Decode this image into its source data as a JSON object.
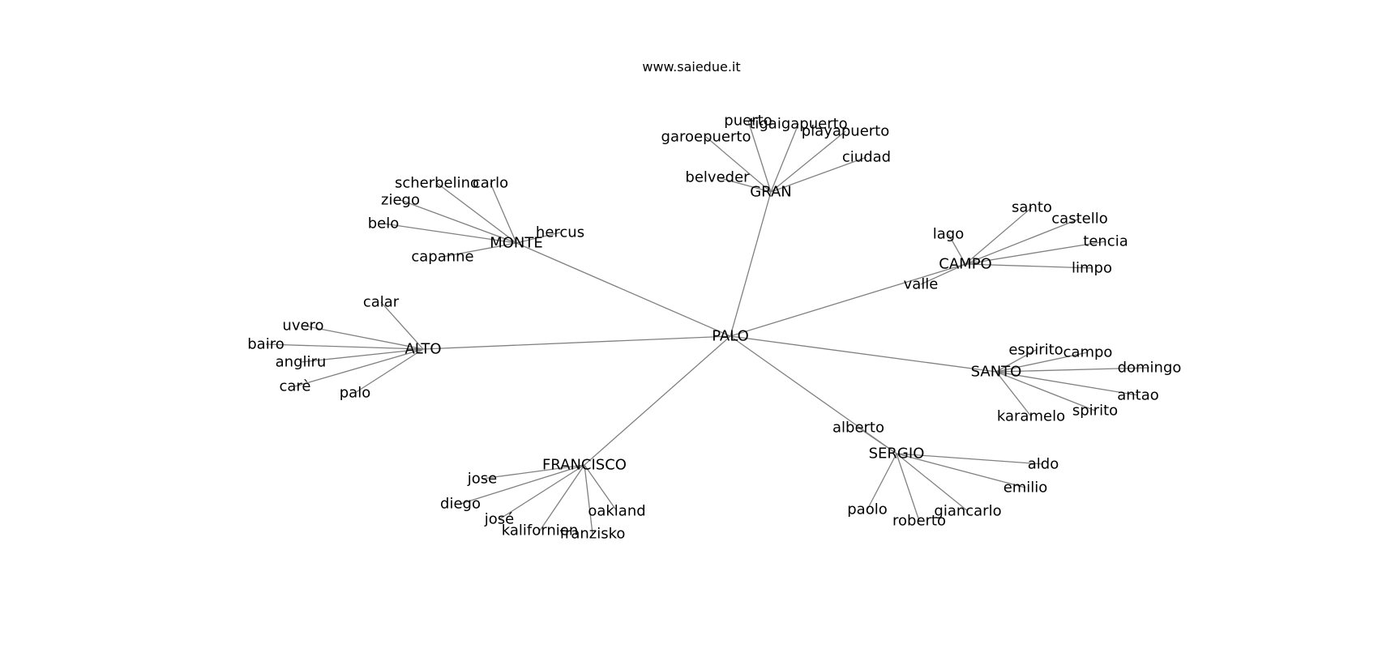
{
  "header": {
    "site": "www.saiedue.it"
  },
  "graph": {
    "nodes": [
      {
        "id": "PALO",
        "label": "PALO"
      },
      {
        "id": "GRAN",
        "label": "GRAN"
      },
      {
        "id": "MONTE",
        "label": "MONTE"
      },
      {
        "id": "CAMPO",
        "label": "CAMPO"
      },
      {
        "id": "ALTO",
        "label": "ALTO"
      },
      {
        "id": "SANTO",
        "label": "SANTO"
      },
      {
        "id": "FRANCISCO",
        "label": "FRANCISCO"
      },
      {
        "id": "SERGIO",
        "label": "SERGIO"
      },
      {
        "id": "puerto",
        "label": "puerto"
      },
      {
        "id": "tigaigapuerto",
        "label": "tigaigapuerto"
      },
      {
        "id": "garoepuerto",
        "label": "garoepuerto"
      },
      {
        "id": "playapuerto",
        "label": "playapuerto"
      },
      {
        "id": "ciudad",
        "label": "ciudad"
      },
      {
        "id": "belveder",
        "label": "belveder"
      },
      {
        "id": "scherbelino",
        "label": "scherbelino"
      },
      {
        "id": "carlo",
        "label": "carlo"
      },
      {
        "id": "ziego",
        "label": "ziego"
      },
      {
        "id": "belo",
        "label": "belo"
      },
      {
        "id": "hercus",
        "label": "hercus"
      },
      {
        "id": "capanne",
        "label": "capanne"
      },
      {
        "id": "santo",
        "label": "santo"
      },
      {
        "id": "castello",
        "label": "castello"
      },
      {
        "id": "lago",
        "label": "lago"
      },
      {
        "id": "tencia",
        "label": "tencia"
      },
      {
        "id": "limpo",
        "label": "limpo"
      },
      {
        "id": "valle",
        "label": "valle"
      },
      {
        "id": "calar",
        "label": "calar"
      },
      {
        "id": "uvero",
        "label": "uvero"
      },
      {
        "id": "bairo",
        "label": "bairo"
      },
      {
        "id": "angliru",
        "label": "angliru"
      },
      {
        "id": "care",
        "label": "carè"
      },
      {
        "id": "palo",
        "label": "palo"
      },
      {
        "id": "espirito",
        "label": "espirito"
      },
      {
        "id": "campo",
        "label": "campo"
      },
      {
        "id": "domingo",
        "label": "domingo"
      },
      {
        "id": "antao",
        "label": "antao"
      },
      {
        "id": "spirito",
        "label": "spirito"
      },
      {
        "id": "karamelo",
        "label": "karamelo"
      },
      {
        "id": "jose",
        "label": "jose"
      },
      {
        "id": "diego",
        "label": "diego"
      },
      {
        "id": "jose2",
        "label": "josé"
      },
      {
        "id": "kalifornien",
        "label": "kalifornien"
      },
      {
        "id": "franzisko",
        "label": "franzisko"
      },
      {
        "id": "oakland",
        "label": "oakland"
      },
      {
        "id": "alberto",
        "label": "alberto"
      },
      {
        "id": "aldo",
        "label": "aldo"
      },
      {
        "id": "emilio",
        "label": "emilio"
      },
      {
        "id": "paolo",
        "label": "paolo"
      },
      {
        "id": "roberto",
        "label": "roberto"
      },
      {
        "id": "giancarlo",
        "label": "giancarlo"
      }
    ],
    "edges": [
      [
        "PALO",
        "GRAN"
      ],
      [
        "PALO",
        "MONTE"
      ],
      [
        "PALO",
        "CAMPO"
      ],
      [
        "PALO",
        "ALTO"
      ],
      [
        "PALO",
        "SANTO"
      ],
      [
        "PALO",
        "FRANCISCO"
      ],
      [
        "PALO",
        "SERGIO"
      ],
      [
        "GRAN",
        "puerto"
      ],
      [
        "GRAN",
        "tigaigapuerto"
      ],
      [
        "GRAN",
        "garoepuerto"
      ],
      [
        "GRAN",
        "playapuerto"
      ],
      [
        "GRAN",
        "ciudad"
      ],
      [
        "GRAN",
        "belveder"
      ],
      [
        "MONTE",
        "scherbelino"
      ],
      [
        "MONTE",
        "carlo"
      ],
      [
        "MONTE",
        "ziego"
      ],
      [
        "MONTE",
        "belo"
      ],
      [
        "MONTE",
        "hercus"
      ],
      [
        "MONTE",
        "capanne"
      ],
      [
        "CAMPO",
        "santo"
      ],
      [
        "CAMPO",
        "castello"
      ],
      [
        "CAMPO",
        "lago"
      ],
      [
        "CAMPO",
        "tencia"
      ],
      [
        "CAMPO",
        "limpo"
      ],
      [
        "CAMPO",
        "valle"
      ],
      [
        "ALTO",
        "calar"
      ],
      [
        "ALTO",
        "uvero"
      ],
      [
        "ALTO",
        "bairo"
      ],
      [
        "ALTO",
        "angliru"
      ],
      [
        "ALTO",
        "care"
      ],
      [
        "ALTO",
        "palo"
      ],
      [
        "SANTO",
        "espirito"
      ],
      [
        "SANTO",
        "campo"
      ],
      [
        "SANTO",
        "domingo"
      ],
      [
        "SANTO",
        "antao"
      ],
      [
        "SANTO",
        "spirito"
      ],
      [
        "SANTO",
        "karamelo"
      ],
      [
        "FRANCISCO",
        "jose"
      ],
      [
        "FRANCISCO",
        "diego"
      ],
      [
        "FRANCISCO",
        "jose2"
      ],
      [
        "FRANCISCO",
        "kalifornien"
      ],
      [
        "FRANCISCO",
        "franzisko"
      ],
      [
        "FRANCISCO",
        "oakland"
      ],
      [
        "SERGIO",
        "alberto"
      ],
      [
        "SERGIO",
        "aldo"
      ],
      [
        "SERGIO",
        "emilio"
      ],
      [
        "SERGIO",
        "paolo"
      ],
      [
        "SERGIO",
        "roberto"
      ],
      [
        "SERGIO",
        "giancarlo"
      ]
    ]
  }
}
